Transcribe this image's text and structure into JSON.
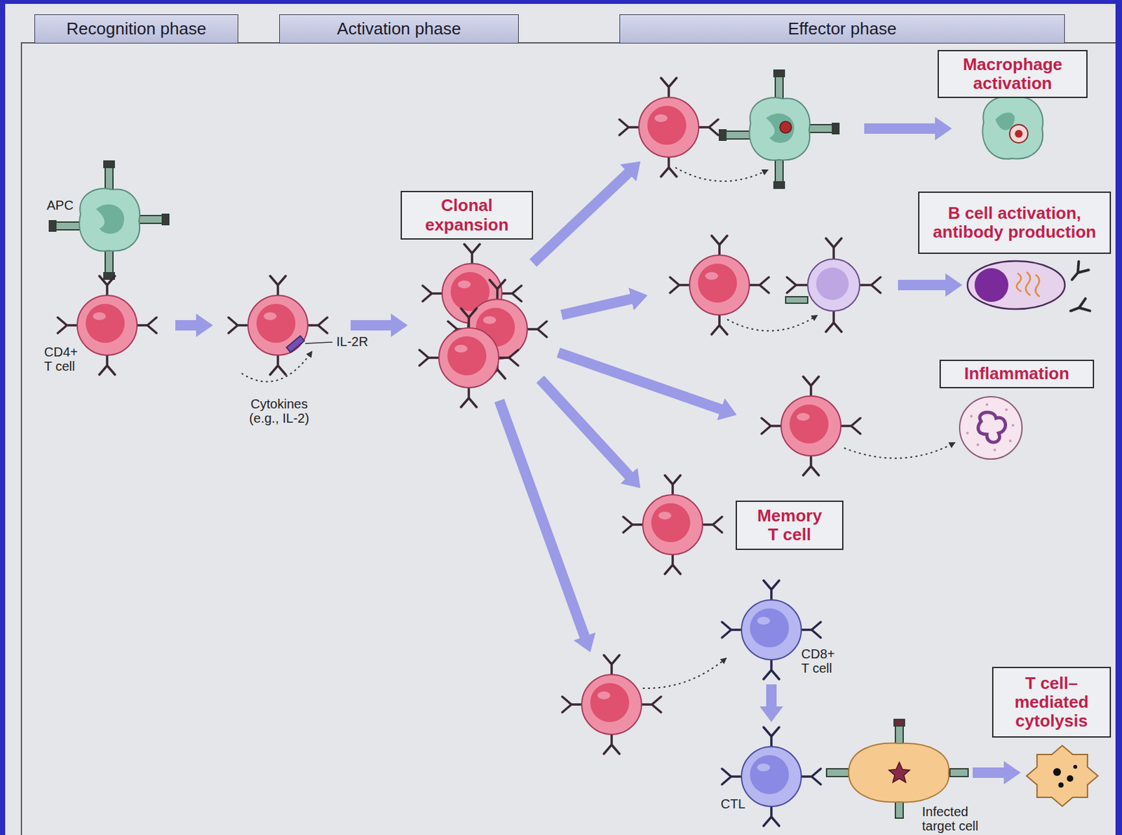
{
  "diagram": {
    "nodes": [
      {
        "text": [
          "Recognition phase"
        ]
      },
      {
        "text": [
          "Activation phase"
        ]
      },
      {
        "text": [
          "Effector phase"
        ]
      },
      {
        "text": [
          "Macrophage activation"
        ]
      },
      {
        "text": [
          "Clonal expansion"
        ]
      },
      {
        "text": [
          "B cell activation, antibody production"
        ]
      },
      {
        "text": [
          "Inflammation"
        ]
      },
      {
        "text": [
          "Memory T cell"
        ]
      },
      {
        "text": [
          "CD8+ T cell"
        ]
      },
      {
        "text": [
          "T cell– mediated cytolysis"
        ]
      },
      {
        "text": [
          "CTL"
        ]
      }
    ],
    "edges": [
      {
        "from": 8,
        "to": 10,
        "arrow": "to"
      }
    ],
    "labels": [
      "APC",
      "CD4+ T cell",
      "IL-2R",
      "Cytokines (e.g., IL-2)",
      "Infected target cell"
    ]
  }
}
